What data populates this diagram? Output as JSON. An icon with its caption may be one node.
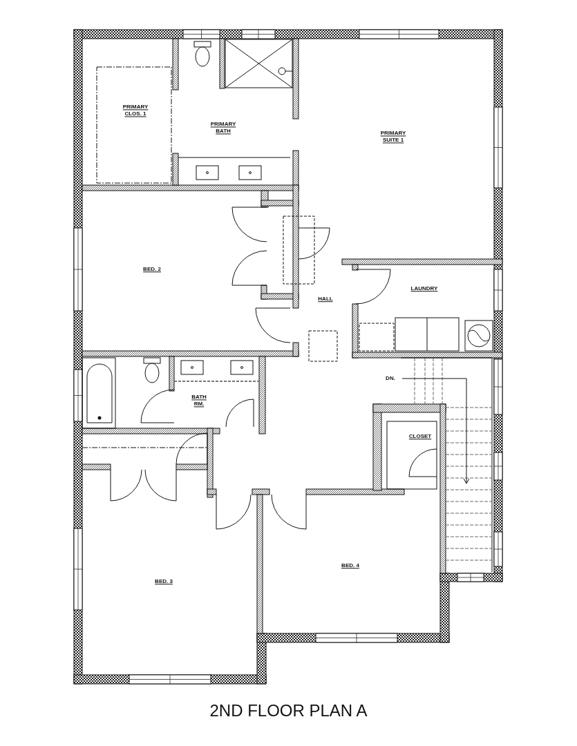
{
  "diagram": {
    "title": "2ND FLOOR PLAN A",
    "nodes": [
      {
        "text": [
          "PRIMARY CLOS. 1"
        ]
      },
      {
        "text": [
          "PRIMARY BATH"
        ]
      },
      {
        "text": [
          "PRIMARY SUITE 1"
        ]
      },
      {
        "text": [
          "BED. 2"
        ]
      },
      {
        "text": [
          "HALL"
        ]
      },
      {
        "text": [
          "LAUNDRY"
        ]
      },
      {
        "text": [
          "BATH RM."
        ]
      },
      {
        "text": [
          "CLOSET"
        ]
      },
      {
        "text": [
          "BED. 3"
        ]
      },
      {
        "text": [
          "BED. 4"
        ]
      }
    ],
    "labels": [
      "DN."
    ]
  }
}
